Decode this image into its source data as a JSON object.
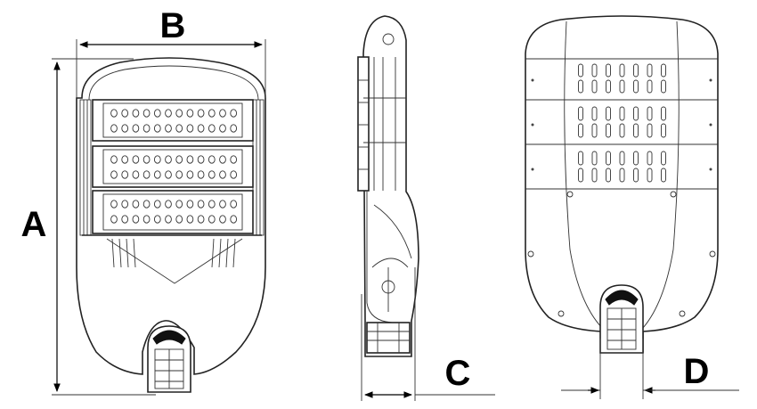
{
  "figure": {
    "labels": {
      "A": "A",
      "B": "B",
      "C": "C",
      "D": "D"
    },
    "views": [
      "front-view",
      "side-view",
      "rear-view"
    ]
  }
}
